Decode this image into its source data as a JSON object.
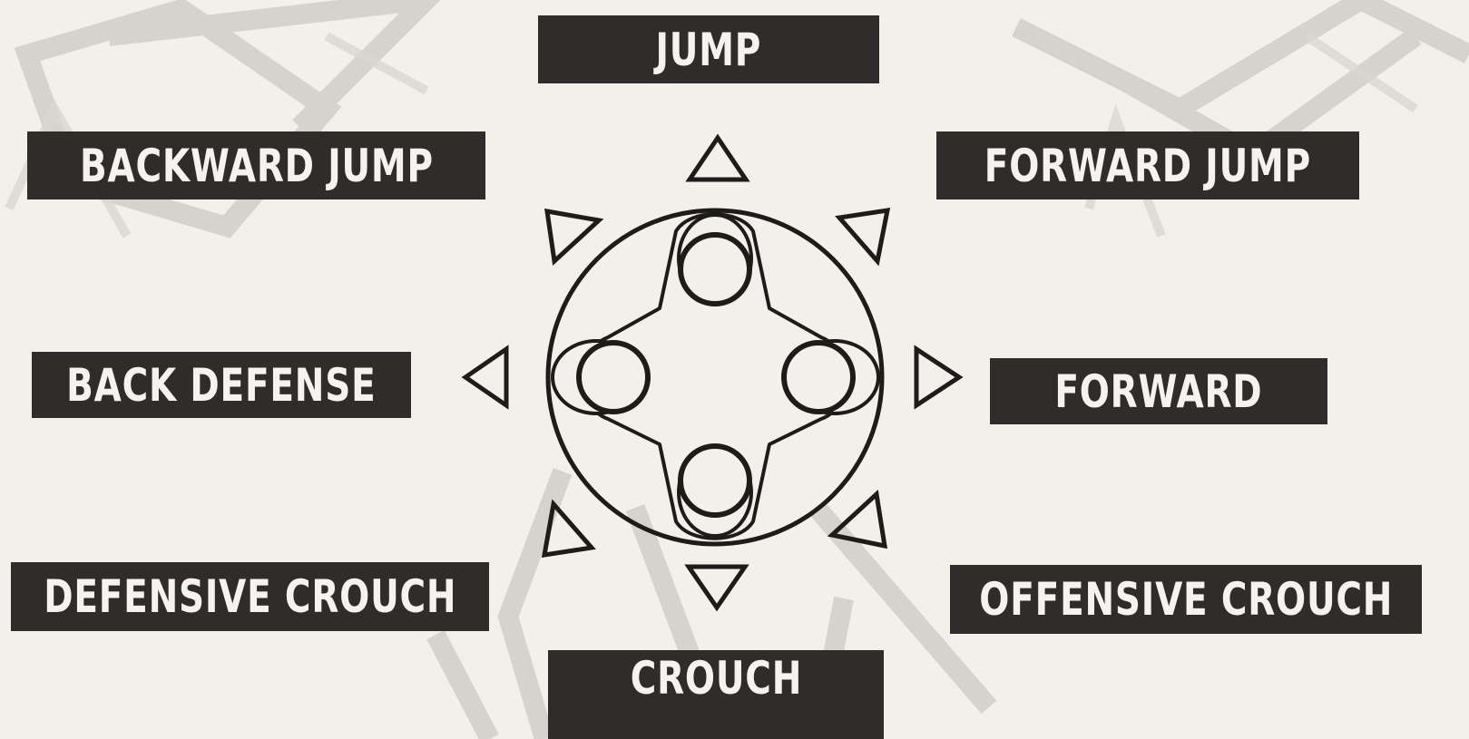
{
  "labels": {
    "jump": "JUMP",
    "backward_jump": "BACKWARD JUMP",
    "forward_jump": "FORWARD JUMP",
    "back_defense": "BACK DEFENSE",
    "forward": "FORWARD",
    "defensive_crouch": "DEFENSIVE CROUCH",
    "offensive_crouch": "OFFENSIVE CROUCH",
    "crouch": "CROUCH"
  },
  "colors": {
    "background": "#f1f0eb",
    "label_bg": "#2f2d2c",
    "label_text": "#f4f3ef",
    "watermark": "#c9c8c3",
    "line": "#1d1c1b"
  },
  "icons": [
    "direction-pad",
    "arrow-up-icon",
    "arrow-down-icon",
    "arrow-left-icon",
    "arrow-right-icon",
    "arrow-up-left-icon",
    "arrow-up-right-icon",
    "arrow-down-left-icon",
    "arrow-down-right-icon"
  ]
}
